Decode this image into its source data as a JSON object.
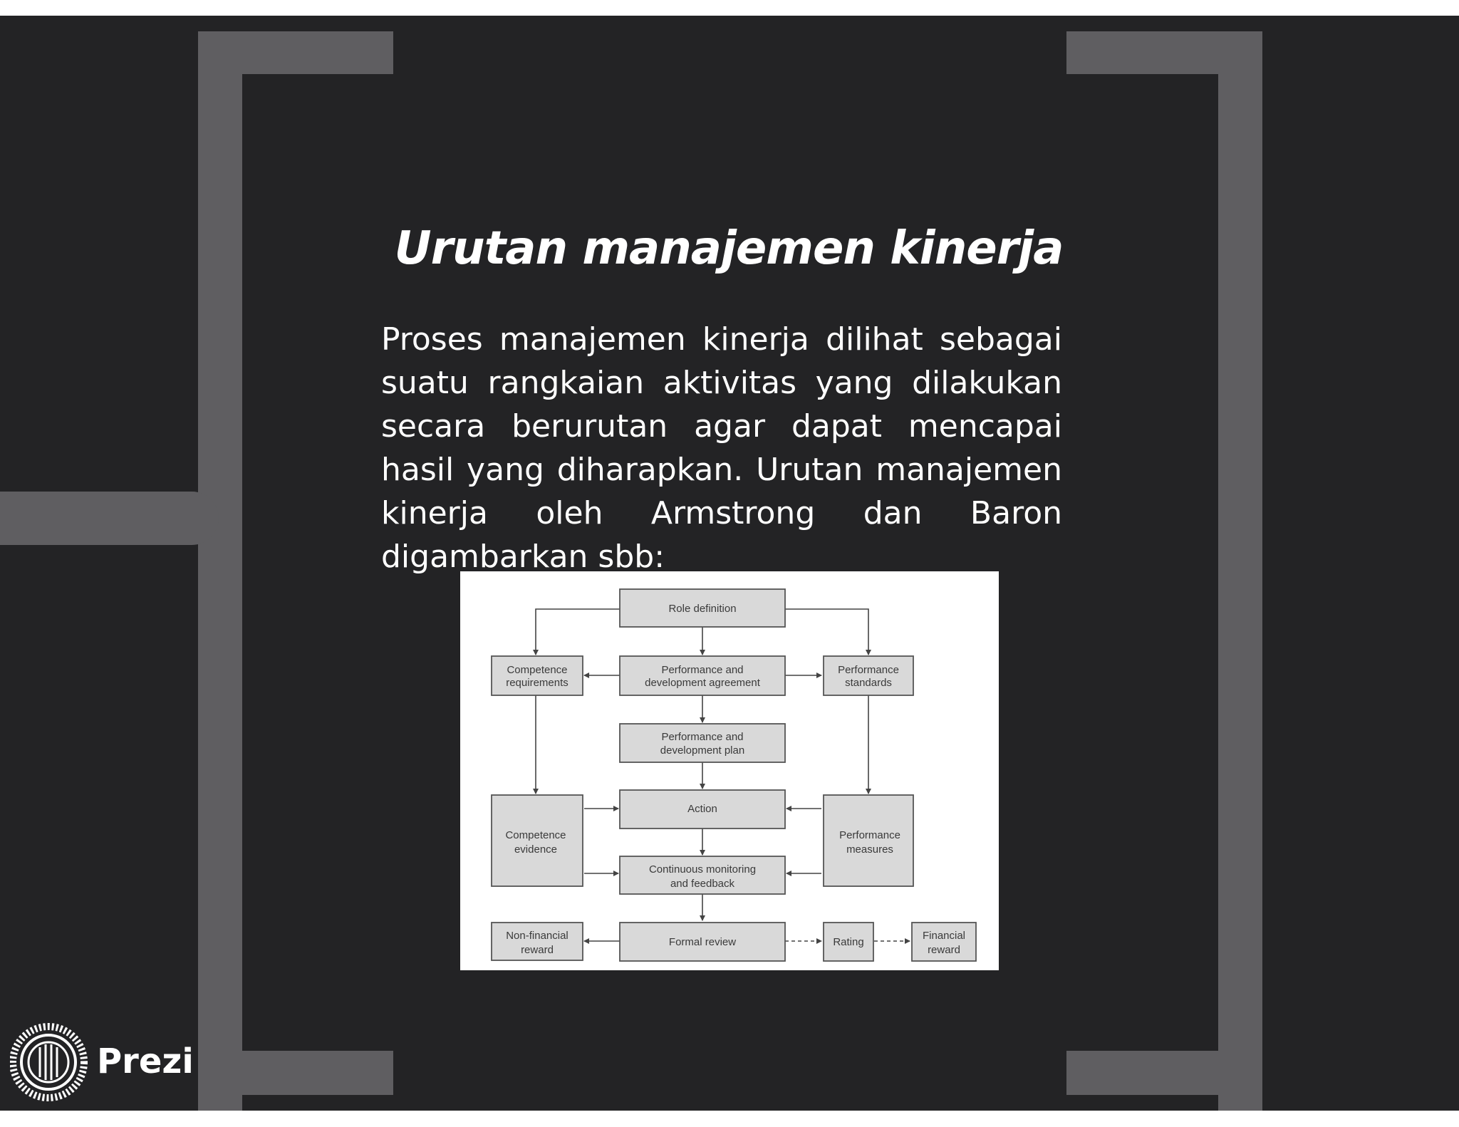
{
  "slide": {
    "title": "Urutan manajemen kinerja",
    "body": "Proses manajemen kinerja dilihat sebagai suatu rangkaian aktivitas yang dilakukan secara berurutan agar dapat mencapai hasil yang diharapkan. Urutan manajemen kinerja oleh Armstrong dan Baron digambarkan sbb:"
  },
  "diagram": {
    "role": "Role definition",
    "comp_req": [
      "Competence",
      "requirements"
    ],
    "pda": [
      "Performance and",
      "development agreement"
    ],
    "perf_std": [
      "Performance",
      "standards"
    ],
    "pdp": [
      "Performance and",
      "development plan"
    ],
    "comp_ev": [
      "Competence",
      "evidence"
    ],
    "action": "Action",
    "perf_meas": [
      "Performance",
      "measures"
    ],
    "cmf": [
      "Continuous monitoring",
      "and feedback"
    ],
    "nonfin": [
      "Non-financial",
      "reward"
    ],
    "formal": "Formal review",
    "rating": "Rating",
    "fin": [
      "Financial",
      "reward"
    ]
  },
  "brand": {
    "logo_text": "Prezi",
    "icon": "prezi-logo-icon"
  },
  "colors": {
    "background": "#232325",
    "bracket": "#5f5e61",
    "text": "#ffffff"
  }
}
